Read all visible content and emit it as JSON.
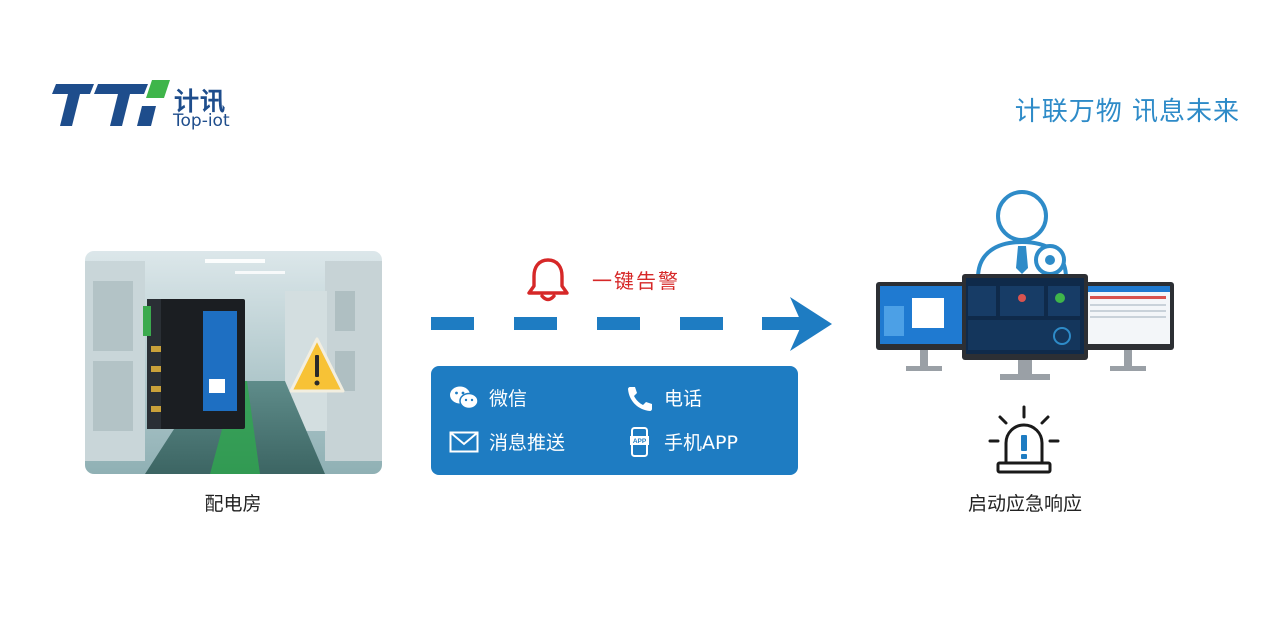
{
  "brand": {
    "name_cn": "计讯",
    "name_en": "Top-iot",
    "slogan": "计联万物 讯息未来",
    "colors": {
      "brand_blue": "#1E4D8C",
      "accent_blue": "#1E7CC2",
      "slogan_blue": "#2E8BC8",
      "alert_red": "#D62828"
    }
  },
  "source": {
    "label": "配电房",
    "icons": [
      "router-device",
      "warning-icon"
    ]
  },
  "alert": {
    "label": "一键告警",
    "icon": "bell-icon"
  },
  "channels": [
    {
      "label": "微信",
      "icon": "wechat-icon"
    },
    {
      "label": "电话",
      "icon": "phone-icon"
    },
    {
      "label": "消息推送",
      "icon": "mail-icon"
    },
    {
      "label": "手机APP",
      "icon": "mobile-app-icon"
    }
  ],
  "channel_app_badge": "APP",
  "target": {
    "label": "启动应急响应",
    "icons": [
      "operator-icon",
      "monitor-screens",
      "siren-icon"
    ]
  }
}
